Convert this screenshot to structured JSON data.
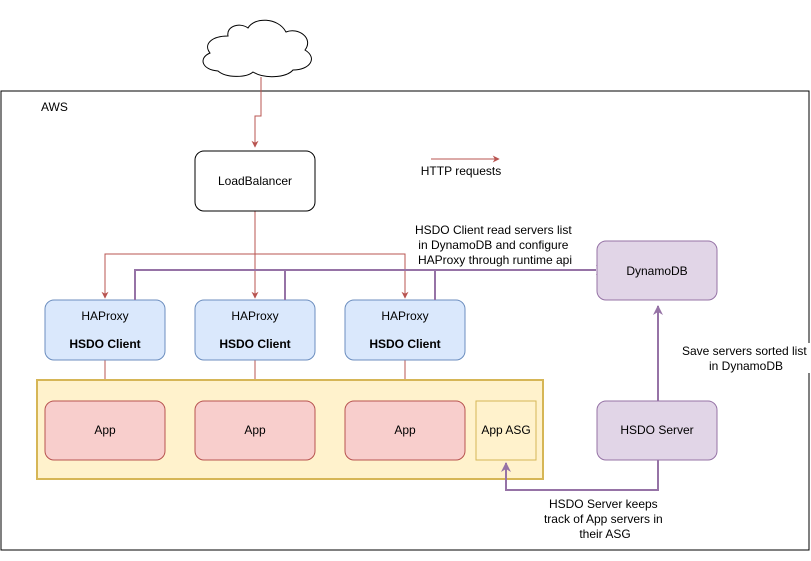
{
  "region": {
    "label": "AWS"
  },
  "load_balancer": {
    "label": "LoadBalancer"
  },
  "legend": {
    "label": "HTTP requests"
  },
  "proxies": [
    {
      "title": "HAProxy",
      "client": "HSDO Client"
    },
    {
      "title": "HAProxy",
      "client": "HSDO Client"
    },
    {
      "title": "HAProxy",
      "client": "HSDO Client"
    }
  ],
  "apps": [
    {
      "label": "App"
    },
    {
      "label": "App"
    },
    {
      "label": "App"
    }
  ],
  "asg": {
    "label": "App ASG"
  },
  "dynamodb": {
    "label": "DynamoDB"
  },
  "hsdo_server": {
    "label": "HSDO Server"
  },
  "notes": {
    "client": [
      "HSDO Client read servers list",
      "in DynamoDB and configure",
      "HAProxy through runtime api"
    ],
    "save": [
      "Save servers sorted list",
      "in DynamoDB"
    ],
    "track": [
      "HSDO Server keeps",
      "track of App servers in",
      "their ASG"
    ]
  },
  "colors": {
    "http_arrow": "#b85450",
    "hsdo_arrow": "#9673a6",
    "client_text": "#cc0066",
    "proxy_fill": "#dae8fc",
    "proxy_stroke": "#6c8ebf",
    "app_fill": "#f8cecc",
    "app_stroke": "#b85450",
    "asg_fill": "#fff2cc",
    "asg_stroke": "#d6b656",
    "purple_fill": "#e1d5e7",
    "purple_stroke": "#9673a6",
    "legend_text": "#ea6b66"
  }
}
